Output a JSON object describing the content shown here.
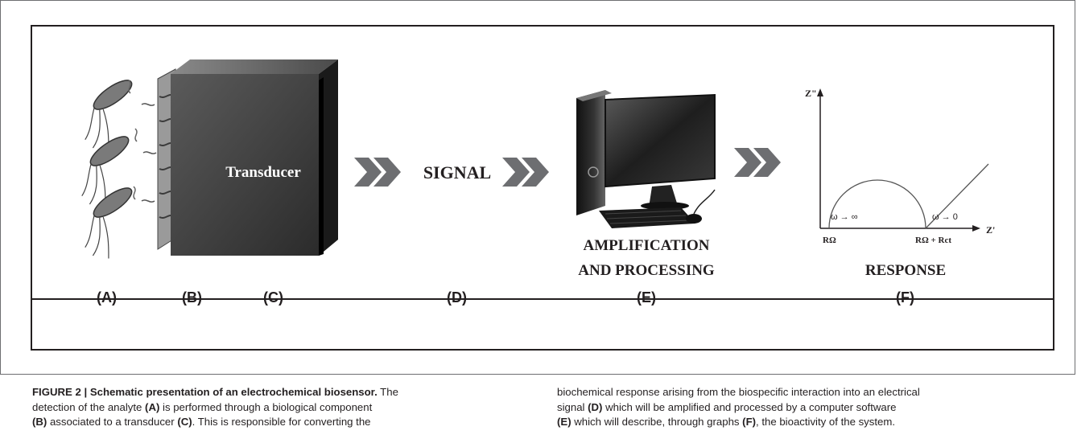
{
  "diagram": {
    "transducer_label": "Transducer",
    "signal_label": "SIGNAL",
    "amplification_line1": "AMPLIFICATION",
    "amplification_line2": "AND PROCESSING",
    "response_label": "RESPONSE",
    "plot": {
      "y_axis": "Z\"",
      "x_axis": "Z'",
      "high_freq_label": "ω → ∞",
      "low_freq_label": "ω → 0",
      "origin_tick": "RΩ",
      "end_tick": "RΩ + Rct"
    },
    "letters": [
      "(A)",
      "(B)",
      "(C)",
      "(D)",
      "(E)",
      "(F)"
    ]
  },
  "caption": {
    "left": {
      "fig_title": "FIGURE 2 | Schematic presentation of an electrochemical biosensor.",
      "l1_rest": " The",
      "l2_a": "detection of the analyte ",
      "l2_b": "(A)",
      "l2_c": " is performed through a biological component",
      "l3_a": "(B)",
      "l3_b": " associated to a transducer ",
      "l3_c": "(C)",
      "l3_d": ". This is responsible for converting the"
    },
    "right": {
      "l1": "biochemical response arising from the biospecific interaction into an electrical",
      "l2_a": "signal ",
      "l2_b": "(D)",
      "l2_c": " which will be amplified and processed by a computer software",
      "l3_a": "(E)",
      "l3_b": " which will describe, through graphs ",
      "l3_c": "(F)",
      "l3_d": ", the bioactivity of the system."
    }
  }
}
